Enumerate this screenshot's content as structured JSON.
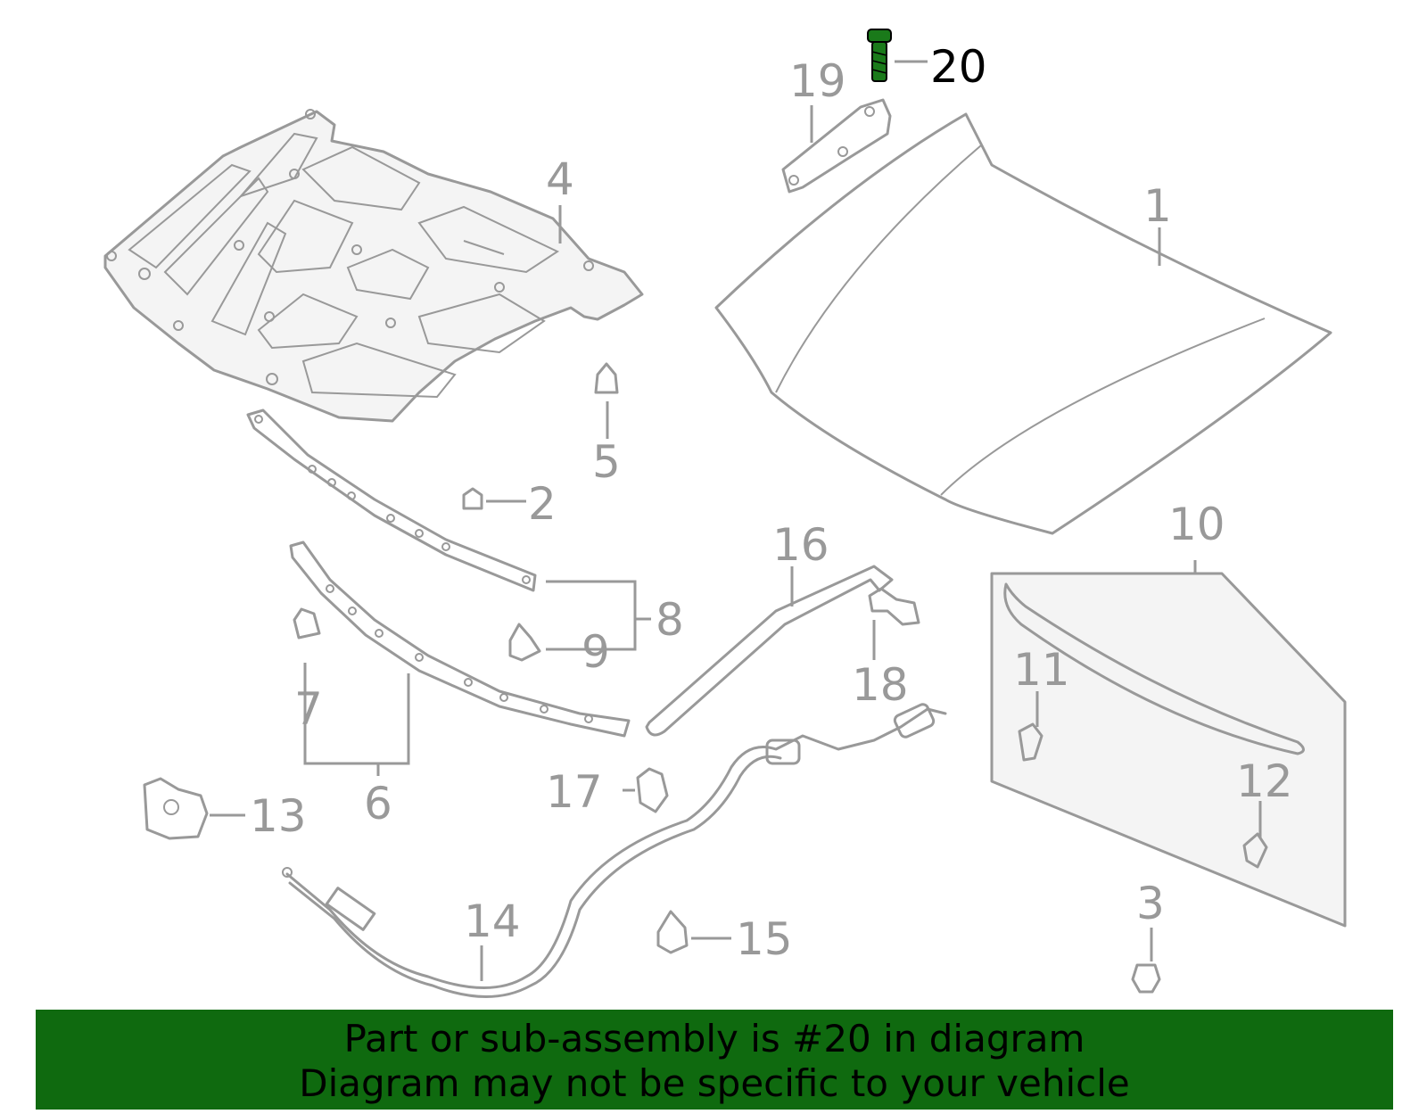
{
  "callouts": {
    "c1": "1",
    "c2": "2",
    "c3": "3",
    "c4": "4",
    "c5": "5",
    "c6": "6",
    "c7": "7",
    "c8": "8",
    "c9": "9",
    "c10": "10",
    "c11": "11",
    "c12": "12",
    "c13": "13",
    "c14": "14",
    "c15": "15",
    "c16": "16",
    "c17": "17",
    "c18": "18",
    "c19": "19",
    "c20": "20"
  },
  "highlight": {
    "part": "20",
    "color": "#1a7a1a"
  },
  "banner": {
    "line1": "Part or sub-assembly is #20 in diagram",
    "line2": "Diagram may not be specific to your vehicle",
    "background": "#0f6a0f"
  }
}
